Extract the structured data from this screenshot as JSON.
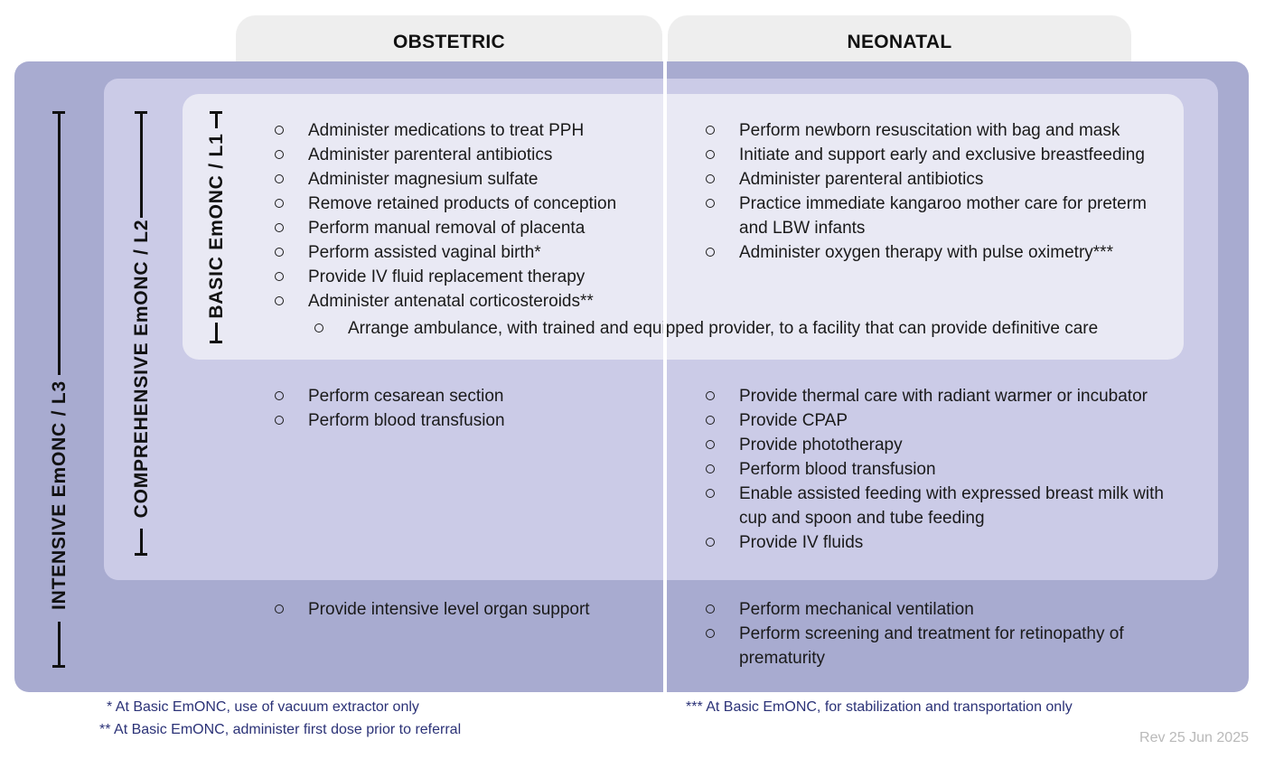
{
  "headers": {
    "obstetric": "OBSTETRIC",
    "neonatal": "NEONATAL"
  },
  "levels": {
    "l1": "BASIC EmONC / L1",
    "l2": "COMPREHENSIVE EmONC / L2",
    "l3": "INTENSIVE EmONC / L3"
  },
  "l1": {
    "obstetric": [
      "Administer medications to treat PPH",
      "Administer parenteral antibiotics",
      "Administer magnesium sulfate",
      "Remove retained products of conception",
      "Perform manual removal of placenta",
      "Perform assisted vaginal birth*",
      "Provide IV fluid replacement therapy",
      "Administer antenatal corticosteroids**"
    ],
    "neonatal": [
      "Perform newborn resuscitation with bag and mask",
      "Initiate and support early and exclusive breastfeeding",
      "Administer parenteral antibiotics",
      "Practice immediate kangaroo mother care for preterm and LBW infants",
      "Administer oxygen therapy with pulse oximetry***"
    ],
    "shared": "Arrange ambulance, with trained and equipped provider, to a facility that can provide definitive care"
  },
  "l2": {
    "obstetric": [
      "Perform cesarean section",
      "Perform blood transfusion"
    ],
    "neonatal": [
      "Provide thermal care with radiant warmer or incubator",
      "Provide CPAP",
      "Provide phototherapy",
      "Perform blood transfusion",
      "Enable assisted feeding with expressed breast milk with cup and spoon and tube feeding",
      "Provide IV fluids"
    ]
  },
  "l3": {
    "obstetric": [
      "Provide intensive level organ support"
    ],
    "neonatal": [
      "Perform mechanical ventilation",
      "Perform screening and treatment for retinopathy of prematurity"
    ]
  },
  "footnotes": {
    "f1": "* At Basic EmONC, use of vacuum extractor only",
    "f2": "** At Basic EmONC, administer first dose prior to referral",
    "f3": "*** At Basic EmONC, for stabilization and transportation only"
  },
  "revision": "Rev 25 Jun 2025",
  "colors": {
    "l3": "#a8abd0",
    "l2": "#cbcbe7",
    "l1": "#e9e9f4",
    "footnote": "#2b3277"
  }
}
